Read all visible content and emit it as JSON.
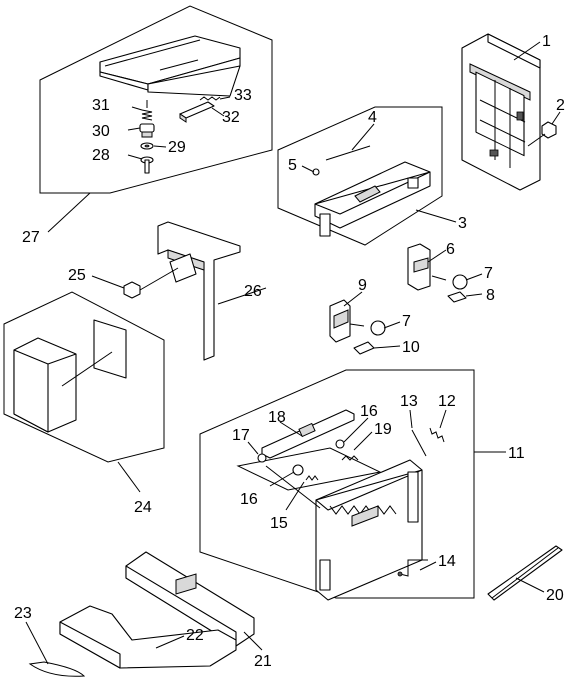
{
  "callouts": {
    "c1": "1",
    "c2": "2",
    "c3": "3",
    "c4": "4",
    "c5": "5",
    "c6": "6",
    "c7a": "7",
    "c7b": "7",
    "c8": "8",
    "c9": "9",
    "c10": "10",
    "c11": "11",
    "c12": "12",
    "c13": "13",
    "c14": "14",
    "c15": "15",
    "c16a": "16",
    "c16b": "16",
    "c17": "17",
    "c18": "18",
    "c19": "19",
    "c20": "20",
    "c21": "21",
    "c22": "22",
    "c23": "23",
    "c24": "24",
    "c25": "25",
    "c26": "26",
    "c27": "27",
    "c28": "28",
    "c29": "29",
    "c30": "30",
    "c31": "31",
    "c32": "32",
    "c33": "33"
  }
}
